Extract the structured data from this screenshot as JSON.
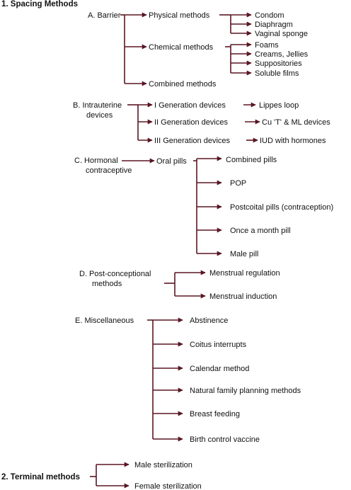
{
  "colors": {
    "line": "#5a1622",
    "text": "#111111",
    "background": "#ffffff"
  },
  "sections": {
    "spacing": {
      "title": "1. Spacing Methods",
      "barrier": {
        "label": "A. Barrier",
        "physical": {
          "label": "Physical methods",
          "items": [
            "Condom",
            "Diaphragm",
            "Vaginal sponge"
          ]
        },
        "chemical": {
          "label": "Chemical methods",
          "items": [
            "Foams",
            "Creams, Jellies",
            "Suppositories",
            "Soluble films"
          ]
        },
        "combined": {
          "label": "Combined methods"
        }
      },
      "iud": {
        "label_line1": "B.  Intrauterine",
        "label_line2": "devices",
        "gen1": {
          "label": "I Generation devices",
          "item": "Lippes loop"
        },
        "gen2": {
          "label": "II Generation devices",
          "item": "Cu 'T' & ML devices"
        },
        "gen3": {
          "label": "III Generation devices",
          "item": "IUD with hormones"
        }
      },
      "hormonal": {
        "label_line1": "C.  Hormonal",
        "label_line2": "contraceptive",
        "oral": {
          "label": "Oral pills",
          "items": [
            "Combined pills",
            "POP",
            "Postcoital pills (contraception)",
            "Once a month pill",
            "Male pill"
          ]
        }
      },
      "postconceptional": {
        "label_line1": "D.  Post-conceptional",
        "label_line2": "methods",
        "items": [
          "Menstrual regulation",
          "Menstrual induction"
        ]
      },
      "misc": {
        "label": "E.  Miscellaneous",
        "items": [
          "Abstinence",
          "Coitus interrupts",
          "Calendar method",
          "Natural family planning methods",
          "Breast feeding",
          "Birth control vaccine"
        ]
      }
    },
    "terminal": {
      "title": "2. Terminal methods",
      "items": [
        "Male sterilization",
        "Female sterilization"
      ]
    }
  }
}
